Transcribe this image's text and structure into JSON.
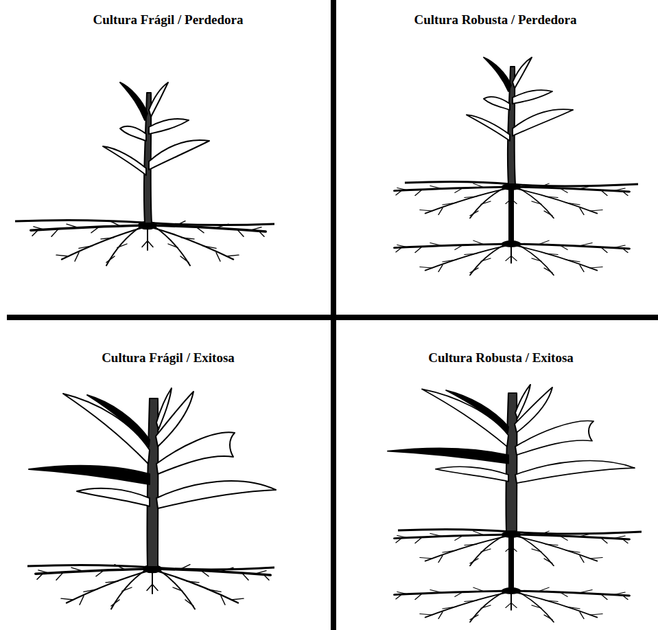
{
  "diagram": {
    "labels": [
      "Cultura Frágil / Perdedora",
      "Cultura Robusta / Perdedora",
      "Cultura Frágil / Exitosa",
      "Cultura Robusta / Exitosa"
    ]
  }
}
